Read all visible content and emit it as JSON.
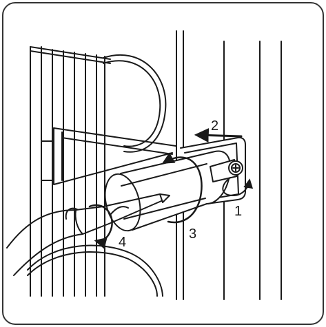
{
  "diagram": {
    "step_labels": [
      "1",
      "2",
      "3",
      "4"
    ]
  },
  "colors": {
    "line": "#1a1a1a",
    "frame": "#333333",
    "fill": "#ffffff"
  }
}
